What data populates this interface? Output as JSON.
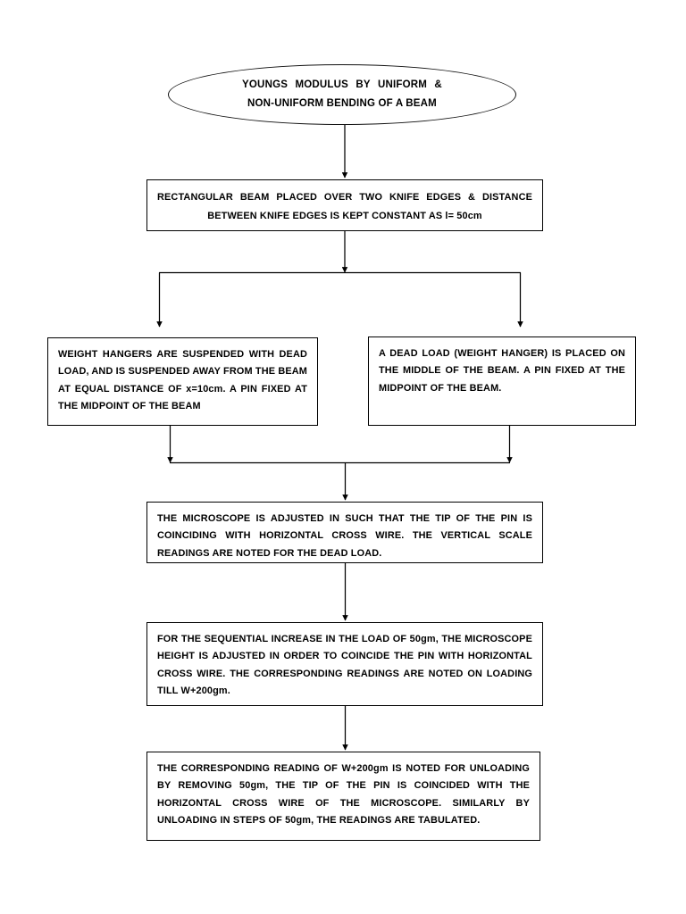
{
  "document": {
    "type": "flowchart",
    "title": "YOUNGS MODULUS BY UNIFORM & NON-UNIFORM BENDING OF A BEAM",
    "background_color": "#ffffff",
    "line_color": "#000000",
    "text_color": "#000000"
  },
  "nodes": {
    "terminator": {
      "shape": "ellipse",
      "line1": "YOUNGS  MODULUS  BY  UNIFORM  &",
      "line2": "NON-UNIFORM BENDING OF A BEAM"
    },
    "beam_setup": {
      "shape": "process",
      "text": "RECTANGULAR BEAM PLACED OVER TWO KNIFE EDGES & DISTANCE BETWEEN KNIFE EDGES IS KEPT CONSTANT AS l= 50cm"
    },
    "uniform_bending": {
      "shape": "process",
      "text": "WEIGHT HANGERS ARE SUSPENDED WITH DEAD LOAD, AND IS SUSPENDED AWAY FROM THE BEAM AT EQUAL DISTANCE OF x=10cm. A PIN FIXED AT THE MIDPOINT OF THE BEAM"
    },
    "nonuniform_bending": {
      "shape": "process",
      "text": "A DEAD LOAD (WEIGHT HANGER) IS PLACED ON THE MIDDLE OF THE BEAM. A PIN FIXED AT THE MIDPOINT OF THE BEAM."
    },
    "microscope_adjust": {
      "shape": "process",
      "text": "THE MICROSCOPE IS ADJUSTED IN SUCH THAT THE TIP OF THE PIN IS COINCIDING WITH HORIZONTAL CROSS WIRE. THE VERTICAL SCALE READINGS ARE NOTED FOR THE DEAD LOAD."
    },
    "loading_steps": {
      "shape": "process",
      "text": "FOR THE SEQUENTIAL INCREASE IN THE LOAD OF 50gm, THE MICROSCOPE HEIGHT IS ADJUSTED IN ORDER TO COINCIDE THE PIN WITH HORIZONTAL CROSS WIRE. THE CORRESPONDING READINGS ARE NOTED ON LOADING TILL W+200gm."
    },
    "unloading_steps": {
      "shape": "process",
      "text": "THE CORRESPONDING READING OF W+200gm IS NOTED FOR UNLOADING BY REMOVING 50gm, THE TIP OF THE PIN IS COINCIDED WITH THE HORIZONTAL CROSS WIRE OF THE MICROSCOPE.  SIMILARLY BY UNLOADING IN STEPS OF 50gm, THE READINGS ARE TABULATED."
    }
  },
  "connectors": [
    {
      "name": "terminator-to-beam-setup",
      "from": "terminator",
      "to": "beam_setup",
      "kind": "straight-arrow"
    },
    {
      "name": "beam-setup-to-split",
      "from": "beam_setup",
      "to": "split-bar",
      "kind": "straight-arrow"
    },
    {
      "name": "split-to-uniform",
      "from": "split-bar",
      "to": "uniform_bending",
      "kind": "elbow-arrow"
    },
    {
      "name": "split-to-nonuniform",
      "from": "split-bar",
      "to": "nonuniform_bending",
      "kind": "elbow-arrow"
    },
    {
      "name": "uniform-to-merge",
      "from": "uniform_bending",
      "to": "merge-bar",
      "kind": "elbow-arrow"
    },
    {
      "name": "nonuniform-to-merge",
      "from": "nonuniform_bending",
      "to": "merge-bar",
      "kind": "elbow-arrow"
    },
    {
      "name": "merge-to-microscope",
      "from": "merge-bar",
      "to": "microscope_adjust",
      "kind": "straight-arrow"
    },
    {
      "name": "microscope-to-loading",
      "from": "microscope_adjust",
      "to": "loading_steps",
      "kind": "straight-arrow"
    },
    {
      "name": "loading-to-unloading",
      "from": "loading_steps",
      "to": "unloading_steps",
      "kind": "straight-arrow"
    }
  ]
}
